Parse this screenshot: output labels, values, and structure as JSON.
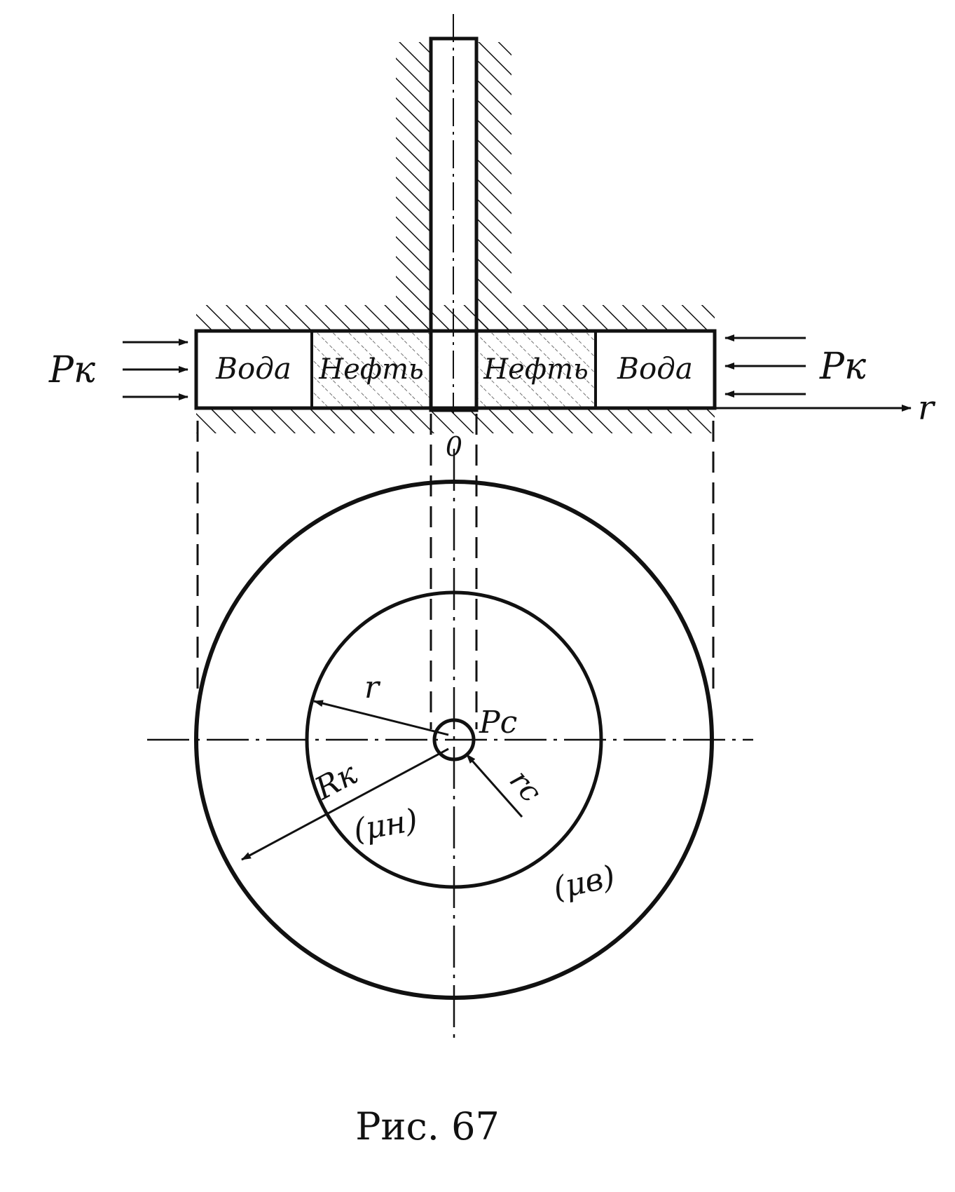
{
  "labels": {
    "water": "Вода",
    "oil": "Нефть",
    "oil_right": "Нефть",
    "pressure_contour": "Pк",
    "axis_r": "r",
    "origin": "0",
    "radius_r": "r",
    "well_pressure": "Pc",
    "well_radius": "rc",
    "contour_radius": "Rк",
    "oil_viscosity": "(μн)",
    "water_viscosity": "(μв)"
  },
  "caption": "Рис. 67",
  "colors": {
    "ink": "#111111",
    "background": "#ffffff"
  }
}
